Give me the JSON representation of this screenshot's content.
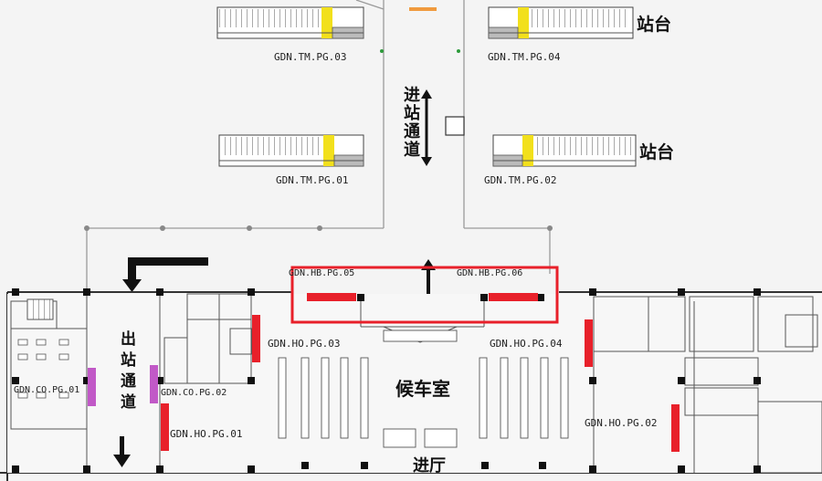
{
  "labels": {
    "tm_pg_03": "GDN.TM.PG.03",
    "tm_pg_04": "GDN.TM.PG.04",
    "tm_pg_01": "GDN.TM.PG.01",
    "tm_pg_02": "GDN.TM.PG.02",
    "ho_pg_03": "GDN.HO.PG.03",
    "ho_pg_04": "GDN.HO.PG.04",
    "ho_pg_01": "GDN.HO.PG.01",
    "ho_pg_02": "GDN.HO.PG.02",
    "co_pg_01": "GDN.CO.PG.01",
    "co_pg_02": "GDN.CO.PG.02",
    "hb_pg_05": "GDN.HB.PG.05",
    "hb_pg_06": "GDN.HB.PG.06"
  },
  "areas": {
    "platform_top": "站台",
    "platform_mid": "站台",
    "entry_passage": "进站通道",
    "exit_passage": "出站通道",
    "waiting_room": "候车室",
    "entry_hall": "进厅"
  },
  "colors": {
    "highlight_box": "#e8202a",
    "red_marker": "#e8202a",
    "purple_marker": "#c159c7",
    "yellow_marker": "#f2e01c",
    "wall": "#333333",
    "line": "#9a9a9a"
  }
}
